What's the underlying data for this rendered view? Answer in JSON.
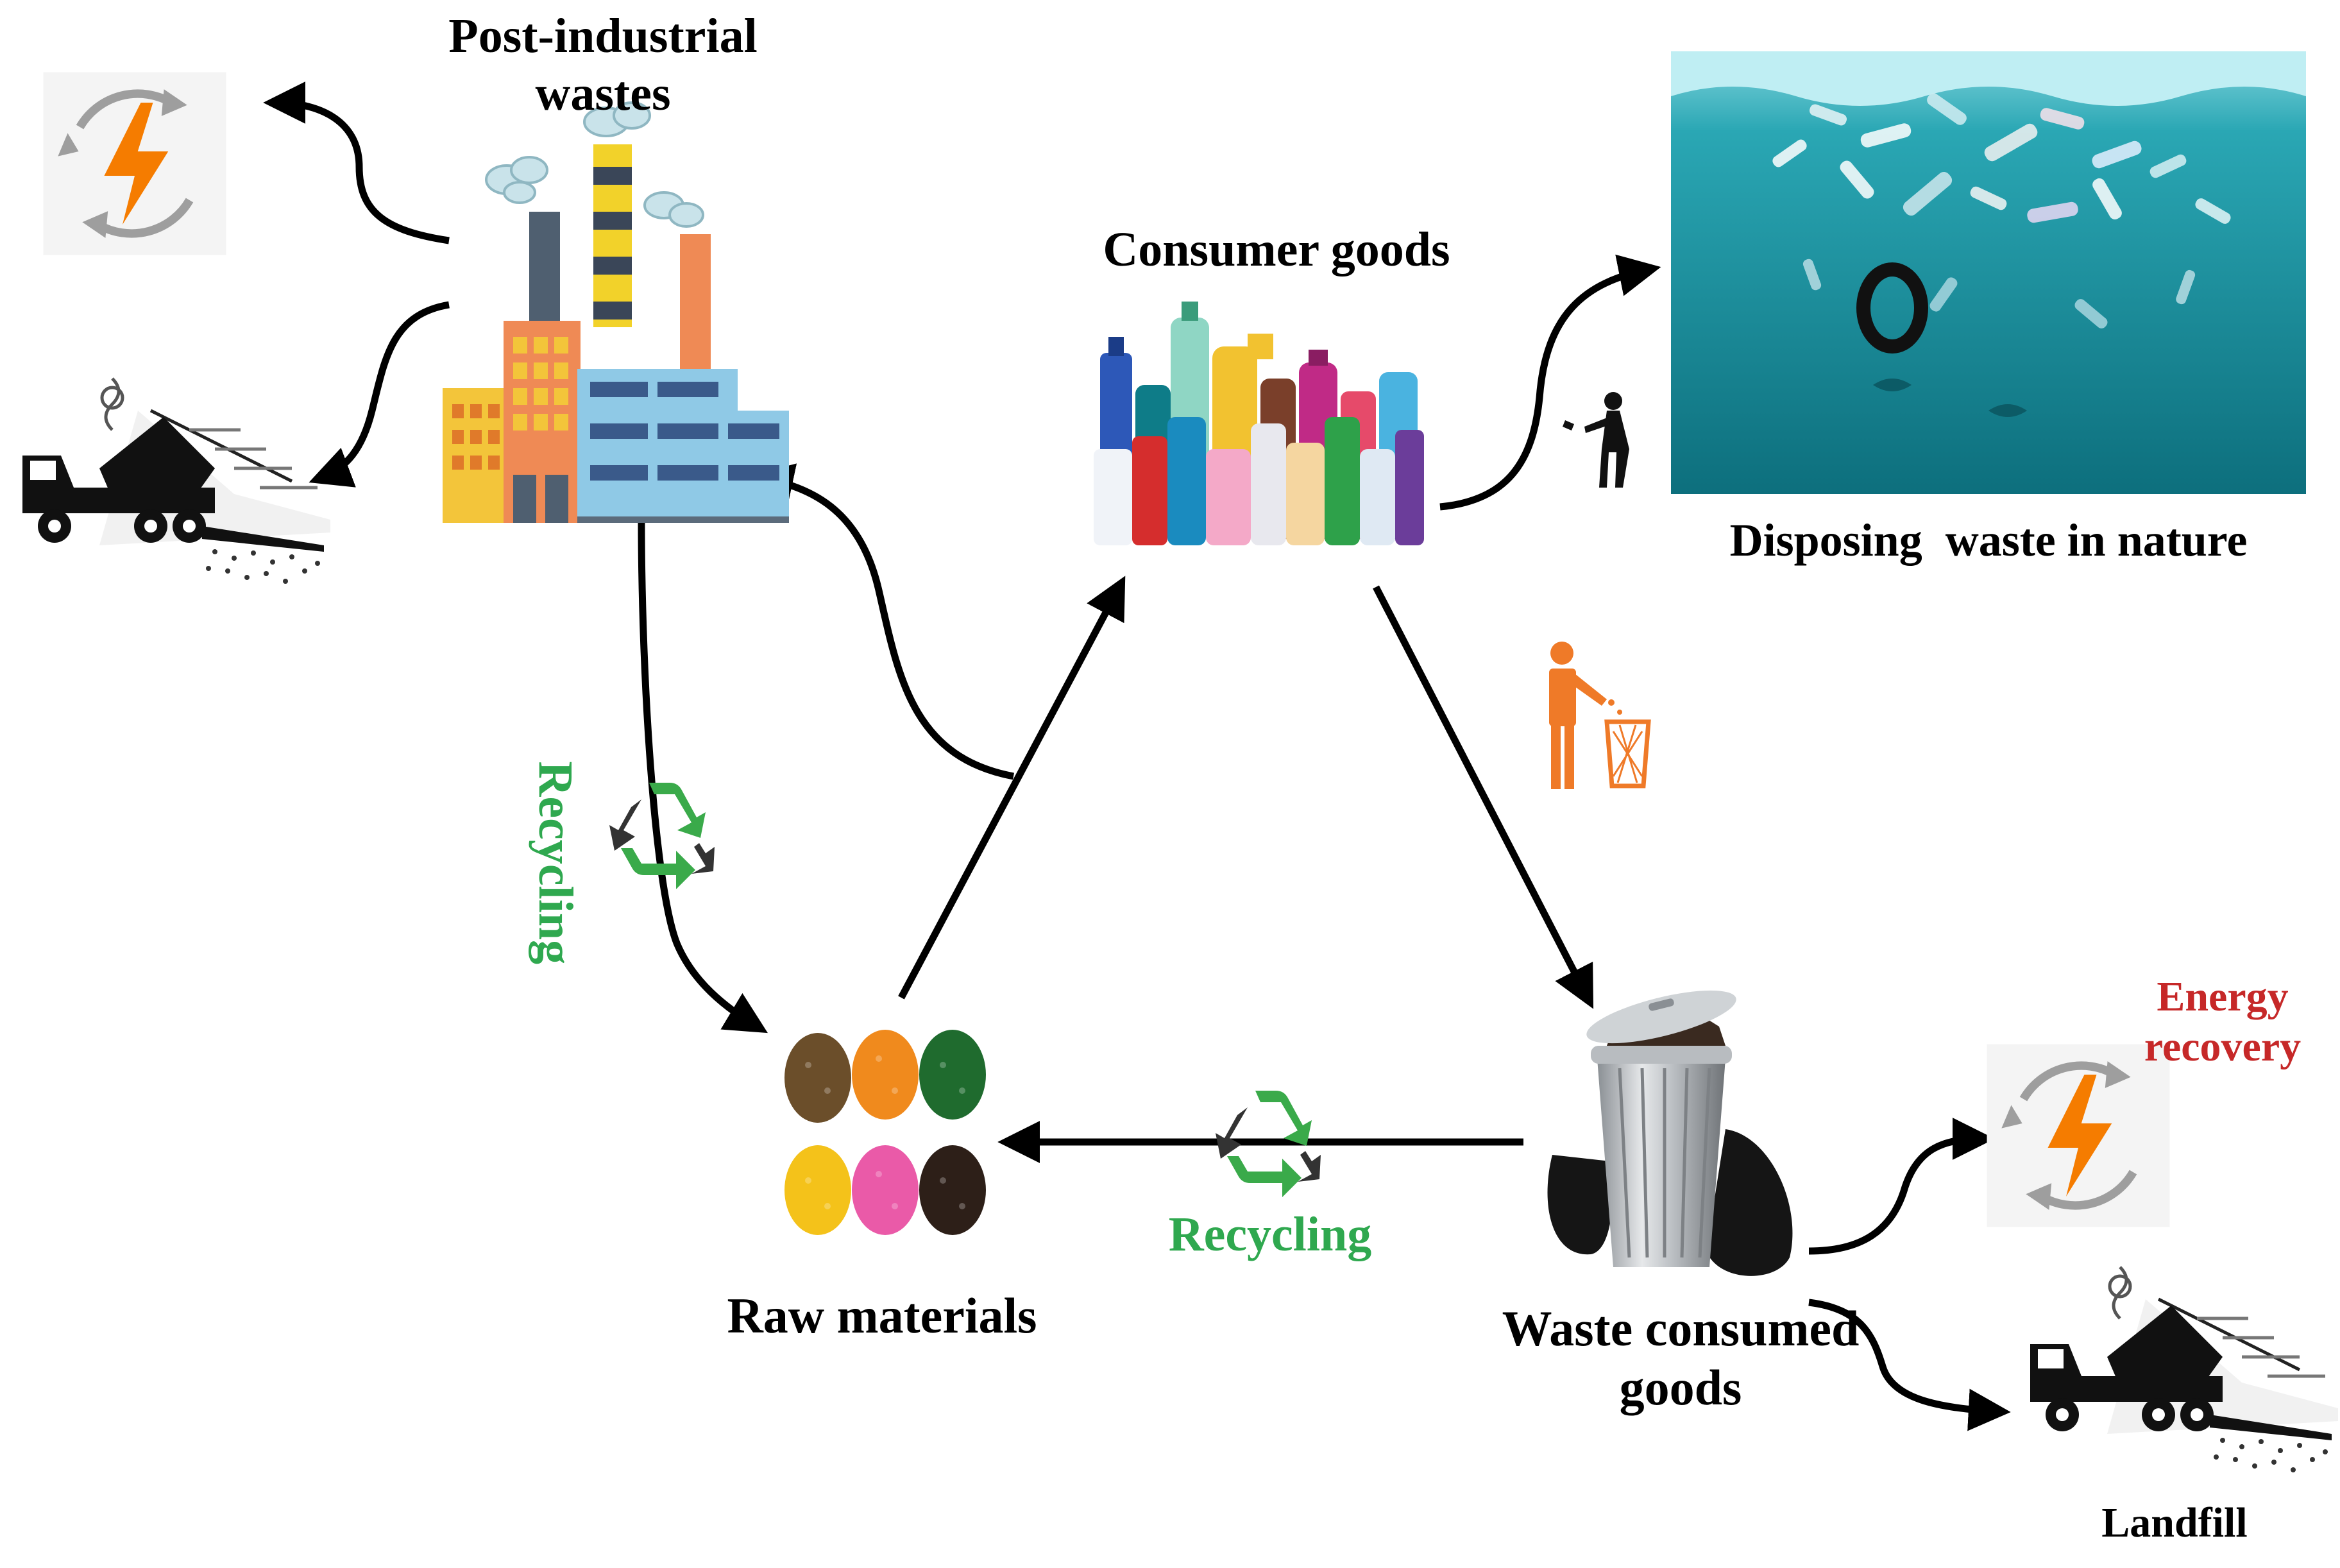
{
  "labels": {
    "post_industrial": "Post-industrial\nwastes",
    "consumer_goods": "Consumer goods",
    "disposing_nature": "Disposing  waste in nature",
    "raw_materials": "Raw materials",
    "waste_consumed": "Waste consumed\ngoods",
    "energy_recovery": "Energy\nrecovery",
    "landfill": "Landfill",
    "recycling_vertical": "Recycling",
    "recycling_horizontal": "Recycling"
  },
  "icons": {
    "factory": "factory-icon",
    "bottles": "plastic-bottles-icon",
    "ocean": "ocean-plastic-pollution-icon",
    "granules": "plastic-granules-icon",
    "trash_can": "trash-can-icon",
    "energy": "energy-recovery-icon",
    "landfill_truck": "dump-truck-icon",
    "recycle": "recycle-icon",
    "person_bin": "person-throwing-trash-icon",
    "litterer": "person-littering-icon"
  },
  "colors": {
    "recycling_text": "#2fa84f",
    "energy_text": "#c62828",
    "lightning": "#f57c00",
    "ocean": "#1f9aa8",
    "person_orange": "#ef7a28"
  }
}
